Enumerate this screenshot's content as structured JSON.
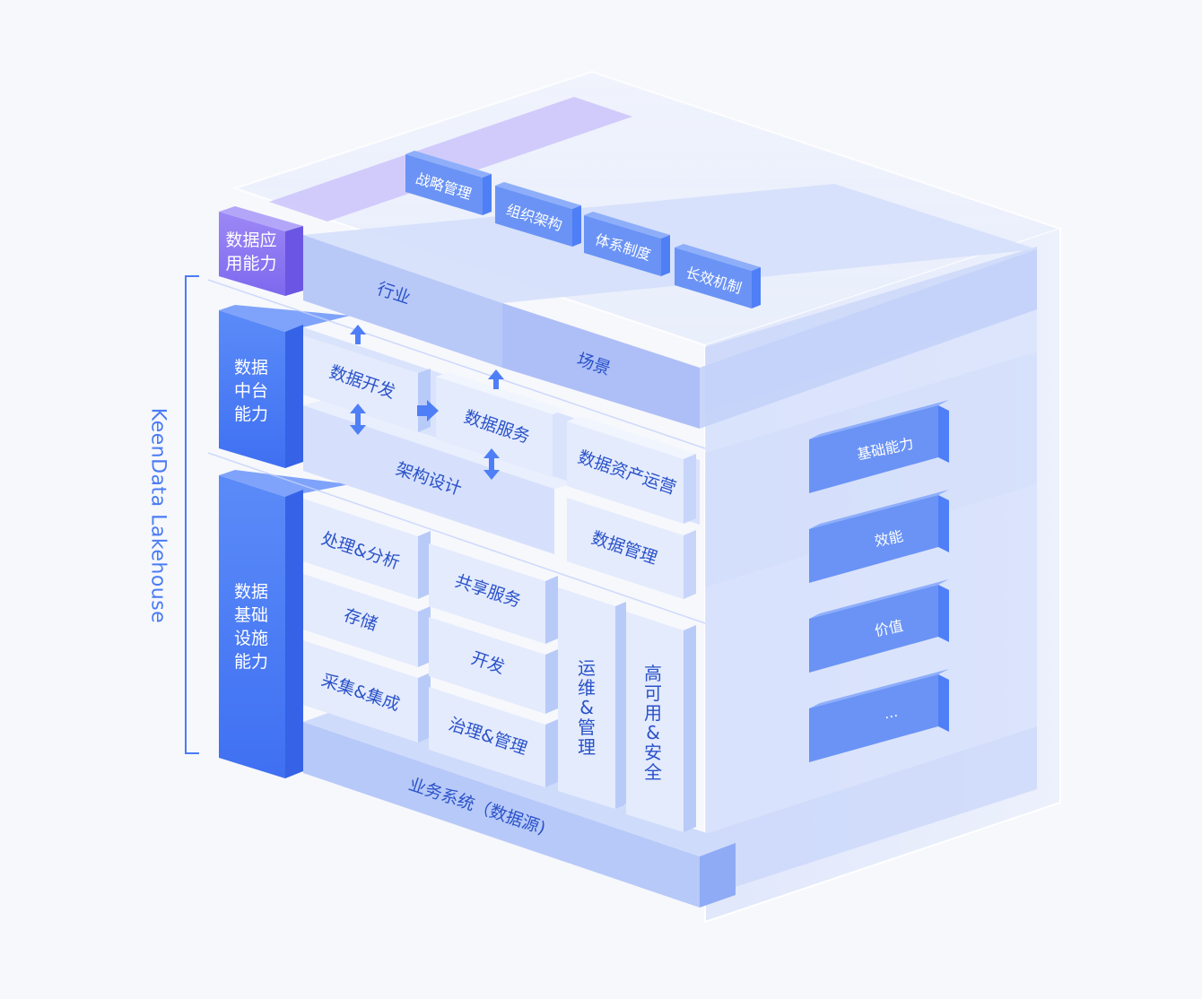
{
  "brand": "KeenData Lakehouse",
  "colors": {
    "primary": "#4f7ff6",
    "purple": "#8b78f3",
    "pill": "#6a93f5",
    "text": "#2a52c9",
    "face_light": "#dce5fb",
    "face_mid": "#c7d5fa"
  },
  "layers": {
    "application": [
      "数据应",
      "用能力"
    ],
    "middle": [
      "数据",
      "中台",
      "能力"
    ],
    "infrastructure": [
      "数据",
      "基础",
      "设施",
      "能力"
    ]
  },
  "top": {
    "pills": [
      "战略管理",
      "组织架构",
      "体系制度",
      "长效机制"
    ],
    "industry": "行业",
    "scene": "场景"
  },
  "middle_platform": {
    "dev": "数据开发",
    "service": "数据服务",
    "arch": "架构设计",
    "asset_ops": "数据资产运营",
    "data_mgmt": "数据管理"
  },
  "infra": {
    "process": "处理&分析",
    "storage": "存储",
    "collect": "采集&集成",
    "share": "共享服务",
    "develop": "开发",
    "govern": "治理&管理",
    "ops": [
      "运",
      "维",
      "&",
      "管",
      "理"
    ],
    "ha": [
      "高",
      "可",
      "用",
      "&",
      "安",
      "全"
    ],
    "source": "业务系统（数据源)"
  },
  "right_panels": [
    "基础能力",
    "效能",
    "价值",
    "..."
  ]
}
